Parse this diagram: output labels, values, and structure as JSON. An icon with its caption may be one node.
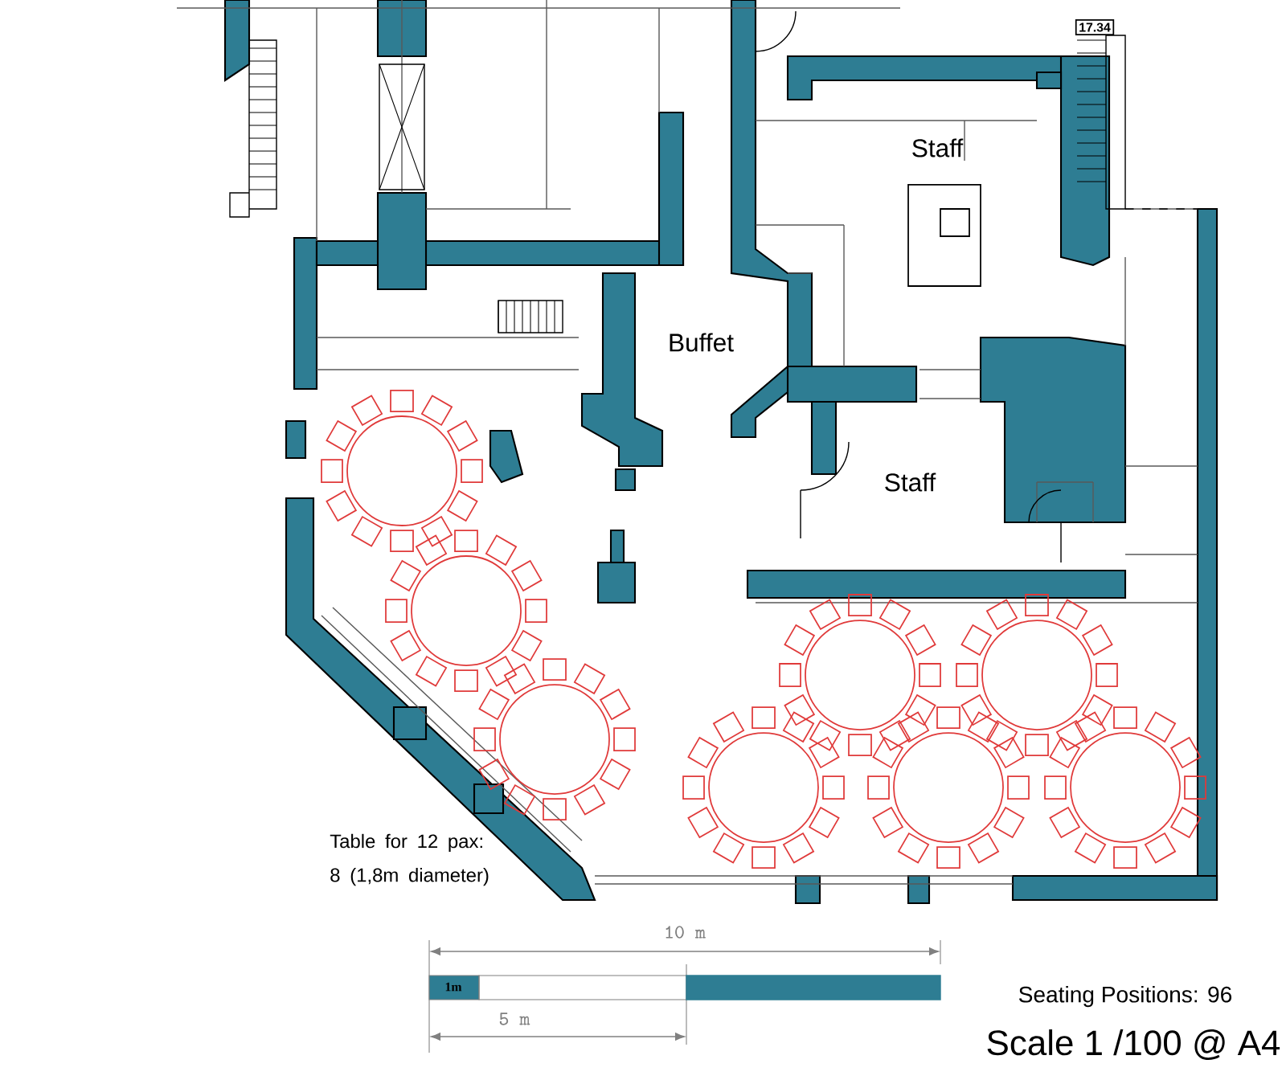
{
  "diagram": {
    "labels": [
      "17.34",
      "Staff",
      "Buffet",
      "Staff",
      "Table for 12 pax: 8 (1,8m diameter)",
      "10 m",
      "1m",
      "5 m",
      "Seating Positions: 96",
      "Scale 1 /100 @ A4"
    ]
  }
}
